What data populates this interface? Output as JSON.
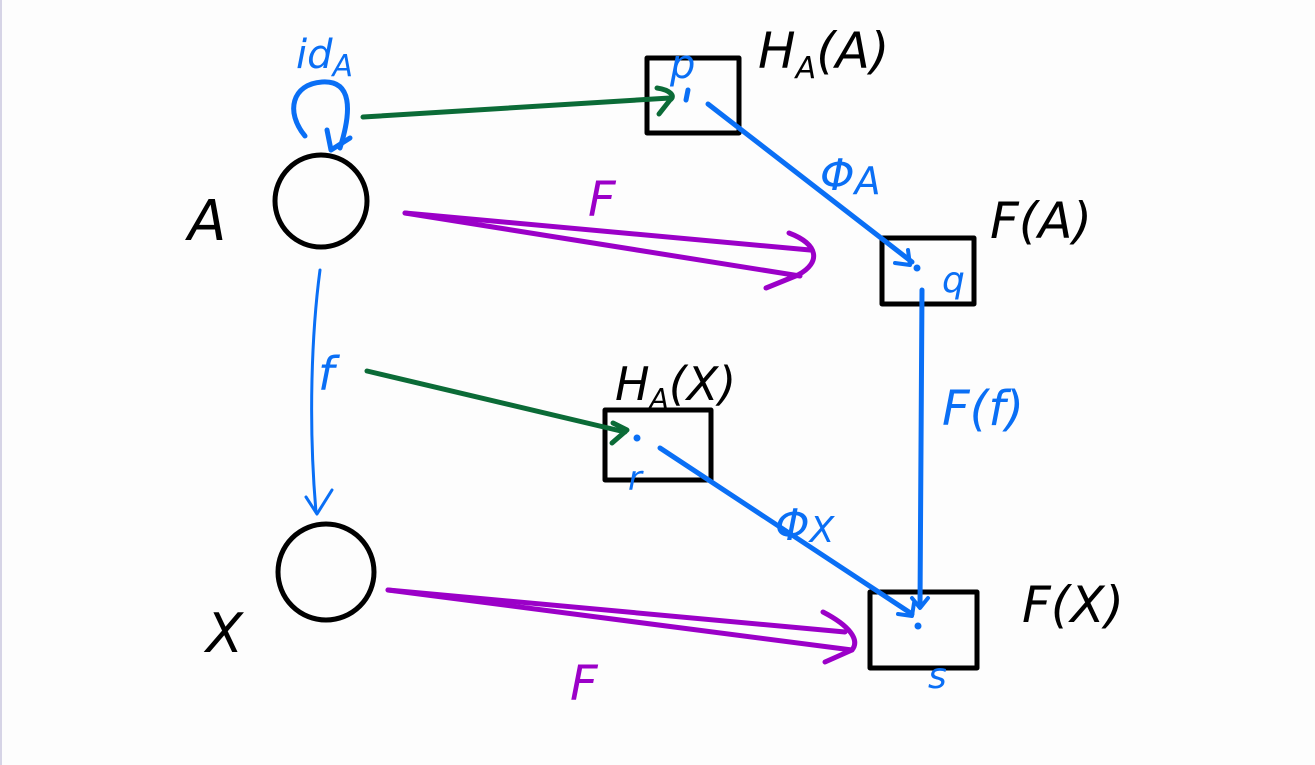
{
  "diagram": {
    "title": "",
    "colors": {
      "object": "#000000",
      "morphism_blue": "#0a6ff5",
      "functor_purple": "#9b00c8",
      "yoneda_green": "#0b6b37",
      "background": "#fdfdfd"
    },
    "objects": [
      {
        "id": "A",
        "label": "A"
      },
      {
        "id": "X",
        "label": "X"
      }
    ],
    "sets": [
      {
        "id": "HA_A",
        "label_main": "H",
        "label_sub": "A",
        "label_tail": "(A)",
        "element": "p"
      },
      {
        "id": "F_A",
        "label_main": "F(A)",
        "element": "q"
      },
      {
        "id": "HA_X",
        "label_main": "H",
        "label_sub": "A",
        "label_tail": "(X)",
        "element": "r"
      },
      {
        "id": "F_X",
        "label_main": "F(X)",
        "element": "s"
      }
    ],
    "arrows": [
      {
        "id": "idA",
        "from": "A",
        "to": "A",
        "label_main": "id",
        "label_sub": "A",
        "color": "morphism_blue"
      },
      {
        "id": "f",
        "from": "A",
        "to": "X",
        "label_main": "f",
        "color": "morphism_blue"
      },
      {
        "id": "F_on_A",
        "from": "A",
        "to": "F_A",
        "label_main": "F",
        "color": "functor_purple",
        "style": "double"
      },
      {
        "id": "F_on_X",
        "from": "X",
        "to": "F_X",
        "label_main": "F",
        "color": "functor_purple",
        "style": "double"
      },
      {
        "id": "idA_to_p",
        "from": "idA",
        "to": "p",
        "color": "yoneda_green"
      },
      {
        "id": "f_to_r",
        "from": "f",
        "to": "r",
        "color": "yoneda_green"
      },
      {
        "id": "PhiA",
        "from": "p",
        "to": "q",
        "label_main": "Φ",
        "label_sub": "A",
        "color": "morphism_blue"
      },
      {
        "id": "PhiX",
        "from": "r",
        "to": "s",
        "label_main": "Φ",
        "label_sub": "X",
        "color": "morphism_blue"
      },
      {
        "id": "Ff",
        "from": "q",
        "to": "s",
        "label_main": "F(f)",
        "color": "morphism_blue"
      }
    ]
  }
}
